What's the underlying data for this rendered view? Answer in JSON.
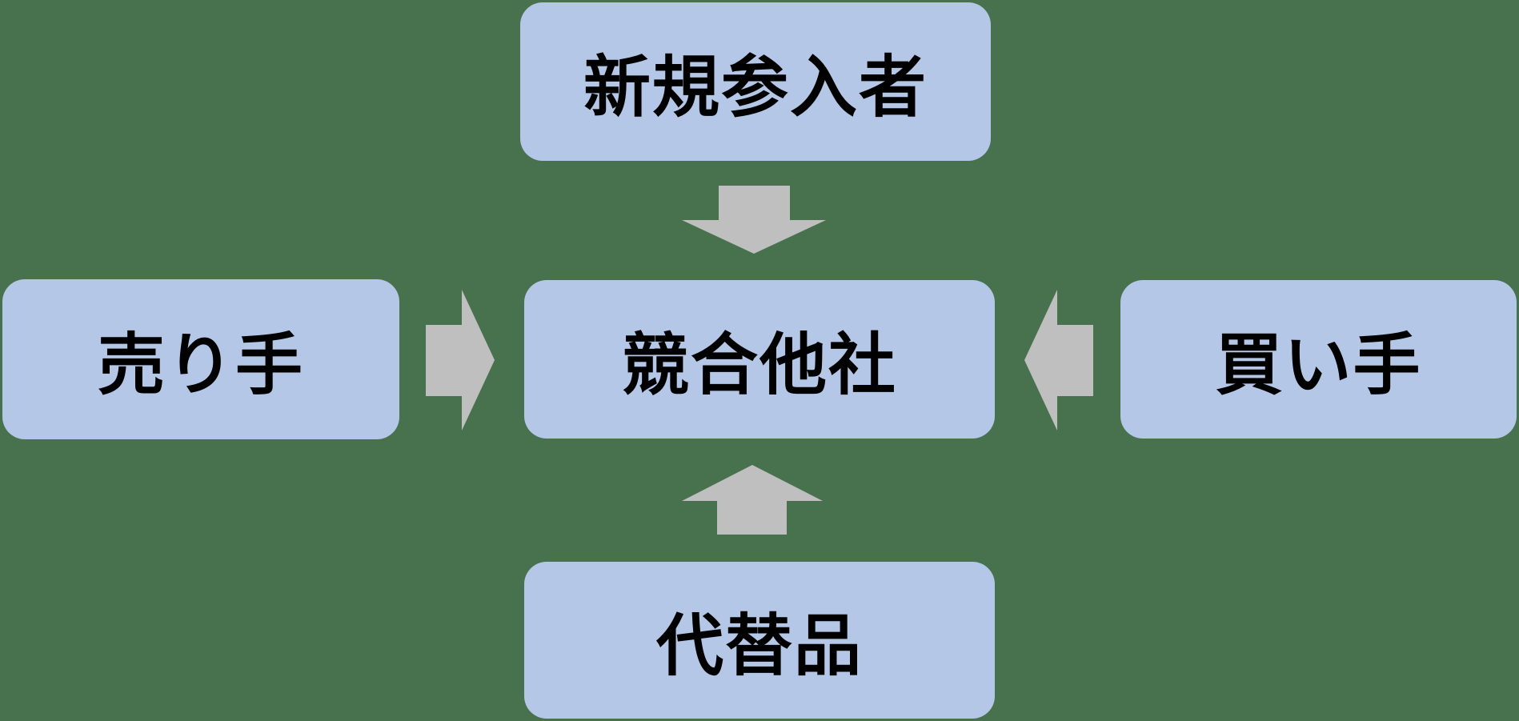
{
  "diagram": {
    "type": "five-forces-block-diagram",
    "colors": {
      "background": "#48714e",
      "box_fill": "#b4c7e7",
      "arrow": "#bfbfbf",
      "text": "#000000"
    },
    "nodes": {
      "top": {
        "label": "新規参入者"
      },
      "left": {
        "label": "売り手"
      },
      "center": {
        "label": "競合他社"
      },
      "right": {
        "label": "買い手"
      },
      "bottom": {
        "label": "代替品"
      }
    },
    "arrows": [
      {
        "from": "top",
        "to": "center",
        "direction": "down"
      },
      {
        "from": "left",
        "to": "center",
        "direction": "right"
      },
      {
        "from": "right",
        "to": "center",
        "direction": "left"
      },
      {
        "from": "bottom",
        "to": "center",
        "direction": "up"
      }
    ]
  }
}
